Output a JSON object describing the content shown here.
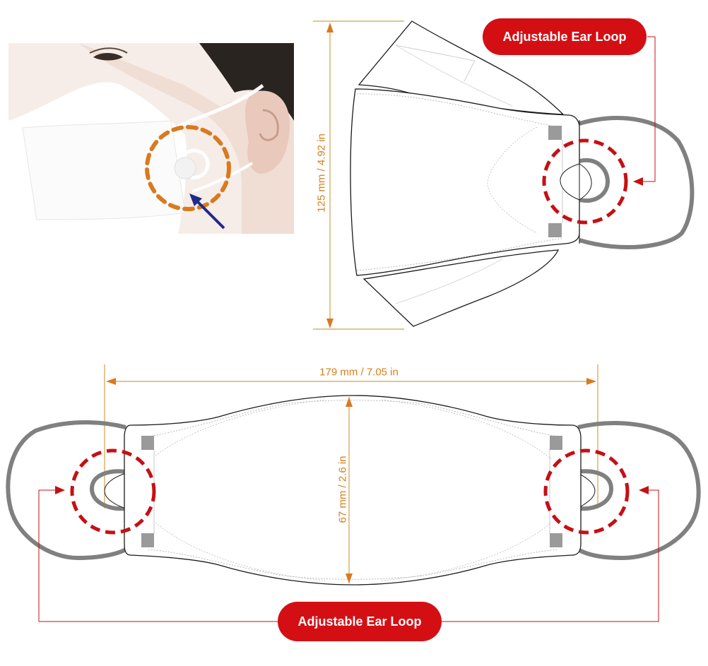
{
  "figure": {
    "title": "Mask dimensions and adjustable ear loop",
    "colors": {
      "accent_red": "#d40f14",
      "dimension_orange": "#d4801e",
      "loop_gray": "#808080",
      "outline": "#1a1a1a",
      "arrow_blue": "#1f2a8a",
      "photo_circle_orange": "#d97a1f"
    }
  },
  "photo": {
    "description": "Side view of a person wearing a white 3D fold mask with adjustable ear loop highlighted",
    "highlight": "orange-dashed-circle",
    "pointer": "blue-arrow"
  },
  "labels": {
    "top_callout": "Adjustable Ear Loop",
    "bottom_callout": "Adjustable Ear Loop"
  },
  "dimensions": {
    "height_side": "125 mm  /  4.92 in",
    "width_front": "179 mm  /  7.05 in",
    "height_front": "67 mm  /  2.6 in"
  }
}
